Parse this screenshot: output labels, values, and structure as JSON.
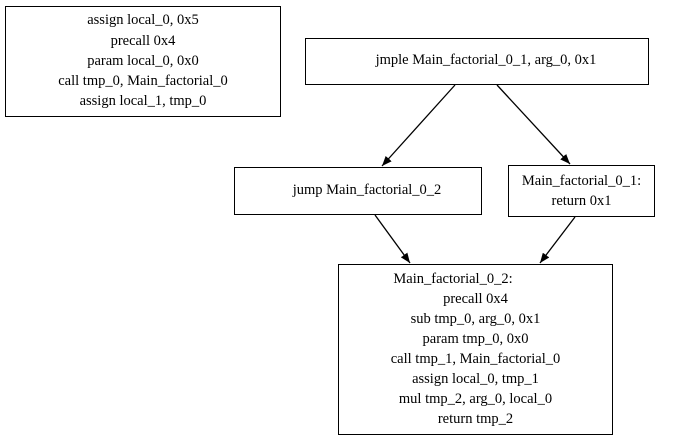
{
  "nodes": {
    "n0": {
      "lines": [
        "assign local_0, 0x5",
        "precall 0x4",
        "param local_0, 0x0",
        "call tmp_0, Main_factorial_0",
        "assign local_1, tmp_0"
      ]
    },
    "n1": {
      "lines": [
        "jmple Main_factorial_0_1, arg_0, 0x1"
      ]
    },
    "n2": {
      "lines": [
        "jump Main_factorial_0_2"
      ]
    },
    "n3": {
      "lines": [
        "Main_factorial_0_1:",
        "return 0x1"
      ]
    },
    "n4": {
      "lines": [
        "Main_factorial_0_2:",
        "precall 0x4",
        "sub tmp_0, arg_0, 0x1",
        "param tmp_0, 0x0",
        "call tmp_1, Main_factorial_0",
        "assign local_0, tmp_1",
        "mul tmp_2, arg_0, local_0",
        "return tmp_2"
      ]
    }
  },
  "edges": [
    {
      "from": "n1",
      "to": "n2"
    },
    {
      "from": "n1",
      "to": "n3"
    },
    {
      "from": "n2",
      "to": "n4"
    },
    {
      "from": "n3",
      "to": "n4"
    }
  ]
}
